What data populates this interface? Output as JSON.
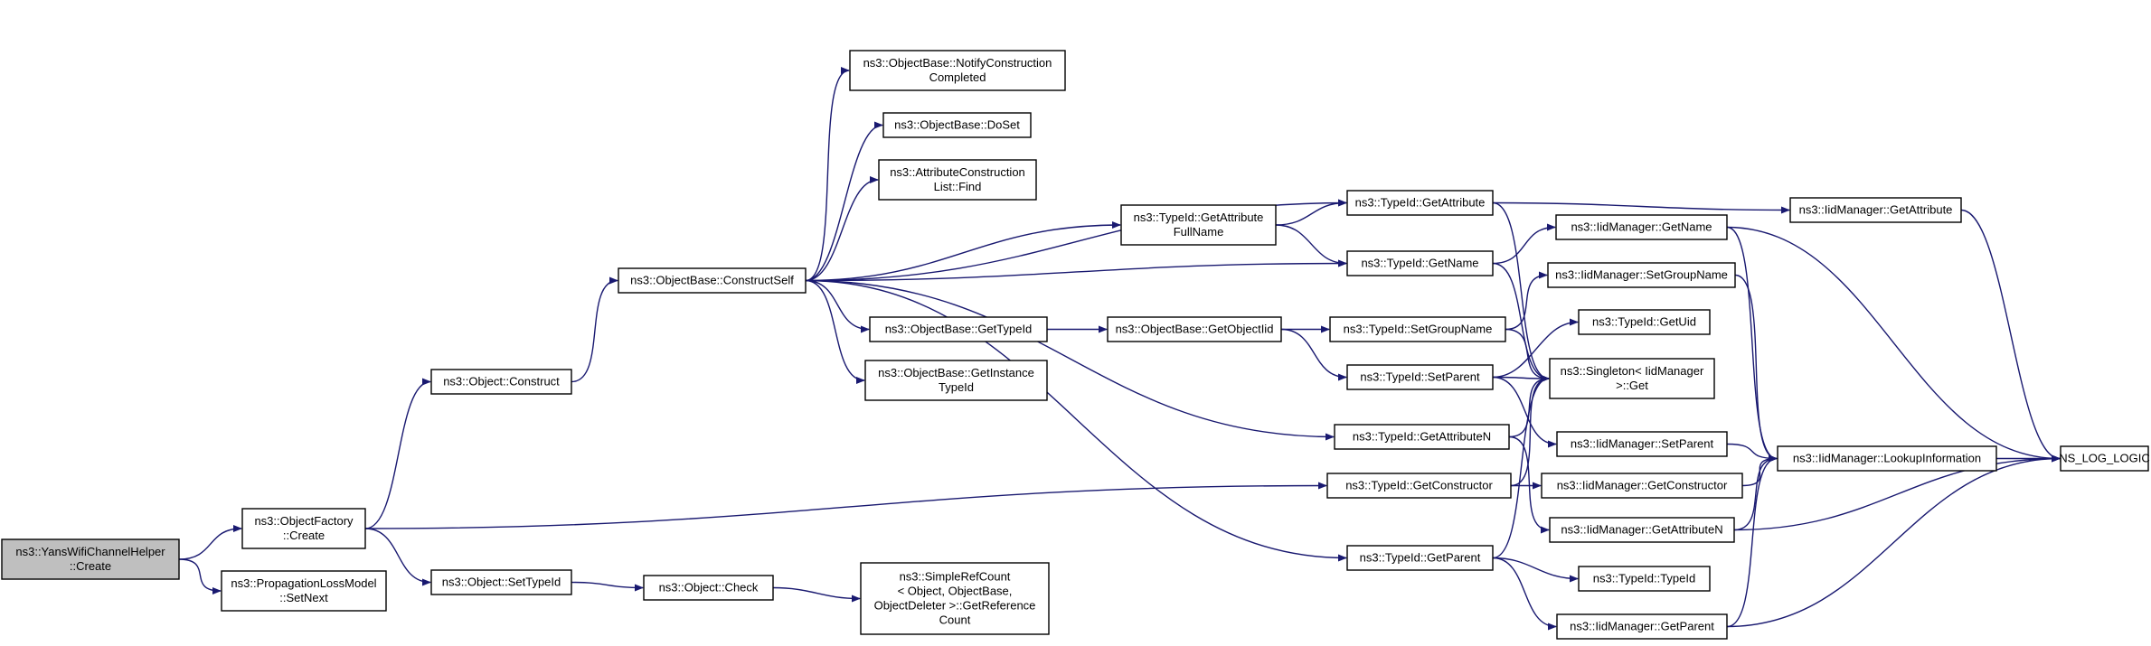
{
  "colors": {
    "edge": "#191970",
    "root_fill": "#bfbfbf",
    "node_fill": "#ffffff",
    "node_stroke": "#000000"
  },
  "nodes": [
    {
      "id": "yans",
      "lines": [
        "ns3::YansWifiChannelHelper",
        "::Create"
      ],
      "root": true
    },
    {
      "id": "of_create",
      "lines": [
        "ns3::ObjectFactory",
        "::Create"
      ]
    },
    {
      "id": "plm_setnext",
      "lines": [
        "ns3::PropagationLossModel",
        "::SetNext"
      ]
    },
    {
      "id": "obj_construct",
      "lines": [
        "ns3::Object::Construct"
      ]
    },
    {
      "id": "obj_settypeid",
      "lines": [
        "ns3::Object::SetTypeId"
      ]
    },
    {
      "id": "obj_check",
      "lines": [
        "ns3::Object::Check"
      ]
    },
    {
      "id": "src_getref",
      "lines": [
        "ns3::SimpleRefCount",
        "< Object, ObjectBase,",
        "ObjectDeleter >::GetReference",
        "Count"
      ]
    },
    {
      "id": "ob_constructself",
      "lines": [
        "ns3::ObjectBase::ConstructSelf"
      ]
    },
    {
      "id": "ob_notify",
      "lines": [
        "ns3::ObjectBase::NotifyConstruction",
        "Completed"
      ]
    },
    {
      "id": "ob_doset",
      "lines": [
        "ns3::ObjectBase::DoSet"
      ]
    },
    {
      "id": "acl_find",
      "lines": [
        "ns3::AttributeConstruction",
        "List::Find"
      ]
    },
    {
      "id": "ob_gettypeid",
      "lines": [
        "ns3::ObjectBase::GetTypeId"
      ]
    },
    {
      "id": "ob_getinst",
      "lines": [
        "ns3::ObjectBase::GetInstance",
        "TypeId"
      ]
    },
    {
      "id": "ob_getobjiid",
      "lines": [
        "ns3::ObjectBase::GetObjectIid"
      ]
    },
    {
      "id": "tid_getattrfull",
      "lines": [
        "ns3::TypeId::GetAttribute",
        "FullName"
      ]
    },
    {
      "id": "tid_getattr",
      "lines": [
        "ns3::TypeId::GetAttribute"
      ]
    },
    {
      "id": "tid_getname",
      "lines": [
        "ns3::TypeId::GetName"
      ]
    },
    {
      "id": "tid_setgroup",
      "lines": [
        "ns3::TypeId::SetGroupName"
      ]
    },
    {
      "id": "tid_setparent",
      "lines": [
        "ns3::TypeId::SetParent"
      ]
    },
    {
      "id": "tid_getattrn",
      "lines": [
        "ns3::TypeId::GetAttributeN"
      ]
    },
    {
      "id": "tid_getctor",
      "lines": [
        "ns3::TypeId::GetConstructor"
      ]
    },
    {
      "id": "tid_getparent",
      "lines": [
        "ns3::TypeId::GetParent"
      ]
    },
    {
      "id": "singleton_get",
      "lines": [
        "ns3::Singleton< IidManager",
        ">::Get"
      ]
    },
    {
      "id": "tid_getuid",
      "lines": [
        "ns3::TypeId::GetUid"
      ]
    },
    {
      "id": "tid_typeid",
      "lines": [
        "ns3::TypeId::TypeId"
      ]
    },
    {
      "id": "iid_getname",
      "lines": [
        "ns3::IidManager::GetName"
      ]
    },
    {
      "id": "iid_setgroup",
      "lines": [
        "ns3::IidManager::SetGroupName"
      ]
    },
    {
      "id": "iid_setparent",
      "lines": [
        "ns3::IidManager::SetParent"
      ]
    },
    {
      "id": "iid_getctor",
      "lines": [
        "ns3::IidManager::GetConstructor"
      ]
    },
    {
      "id": "iid_getattrn",
      "lines": [
        "ns3::IidManager::GetAttributeN"
      ]
    },
    {
      "id": "iid_getparent",
      "lines": [
        "ns3::IidManager::GetParent"
      ]
    },
    {
      "id": "iid_getattr",
      "lines": [
        "ns3::IidManager::GetAttribute"
      ]
    },
    {
      "id": "iid_lookup",
      "lines": [
        "ns3::IidManager::LookupInformation"
      ]
    },
    {
      "id": "ns_log",
      "lines": [
        "NS_LOG_LOGIC"
      ]
    }
  ],
  "edges": [
    [
      "yans",
      "of_create"
    ],
    [
      "yans",
      "plm_setnext"
    ],
    [
      "of_create",
      "obj_construct"
    ],
    [
      "of_create",
      "obj_settypeid"
    ],
    [
      "of_create",
      "tid_getctor"
    ],
    [
      "obj_construct",
      "ob_constructself"
    ],
    [
      "obj_settypeid",
      "obj_check"
    ],
    [
      "obj_check",
      "src_getref"
    ],
    [
      "ob_constructself",
      "ob_notify"
    ],
    [
      "ob_constructself",
      "ob_doset"
    ],
    [
      "ob_constructself",
      "acl_find"
    ],
    [
      "ob_constructself",
      "tid_getattrfull"
    ],
    [
      "ob_constructself",
      "tid_getattr"
    ],
    [
      "ob_constructself",
      "tid_getname"
    ],
    [
      "ob_constructself",
      "ob_gettypeid"
    ],
    [
      "ob_constructself",
      "ob_getinst"
    ],
    [
      "ob_constructself",
      "tid_getattrn"
    ],
    [
      "ob_constructself",
      "tid_getparent"
    ],
    [
      "ob_gettypeid",
      "ob_getobjiid"
    ],
    [
      "ob_getobjiid",
      "tid_setgroup"
    ],
    [
      "ob_getobjiid",
      "tid_setparent"
    ],
    [
      "tid_getattrfull",
      "tid_getattr"
    ],
    [
      "tid_getattrfull",
      "tid_getname"
    ],
    [
      "tid_getattr",
      "iid_getattr"
    ],
    [
      "tid_getattr",
      "singleton_get"
    ],
    [
      "tid_getname",
      "iid_getname"
    ],
    [
      "tid_getname",
      "singleton_get"
    ],
    [
      "tid_setgroup",
      "iid_setgroup"
    ],
    [
      "tid_setgroup",
      "singleton_get"
    ],
    [
      "tid_setparent",
      "tid_getuid"
    ],
    [
      "tid_setparent",
      "singleton_get"
    ],
    [
      "tid_setparent",
      "iid_setparent"
    ],
    [
      "tid_getattrn",
      "singleton_get"
    ],
    [
      "tid_getattrn",
      "iid_getattrn"
    ],
    [
      "tid_getctor",
      "singleton_get"
    ],
    [
      "tid_getctor",
      "iid_getctor"
    ],
    [
      "tid_getparent",
      "singleton_get"
    ],
    [
      "tid_getparent",
      "tid_typeid"
    ],
    [
      "tid_getparent",
      "iid_getparent"
    ],
    [
      "iid_getname",
      "iid_lookup"
    ],
    [
      "iid_getname",
      "ns_log"
    ],
    [
      "iid_setgroup",
      "iid_lookup"
    ],
    [
      "iid_setparent",
      "iid_lookup"
    ],
    [
      "iid_getctor",
      "iid_lookup"
    ],
    [
      "iid_getattrn",
      "iid_lookup"
    ],
    [
      "iid_getattrn",
      "ns_log"
    ],
    [
      "iid_getparent",
      "iid_lookup"
    ],
    [
      "iid_getparent",
      "ns_log"
    ],
    [
      "iid_getattr",
      "ns_log"
    ],
    [
      "iid_lookup",
      "ns_log"
    ]
  ]
}
